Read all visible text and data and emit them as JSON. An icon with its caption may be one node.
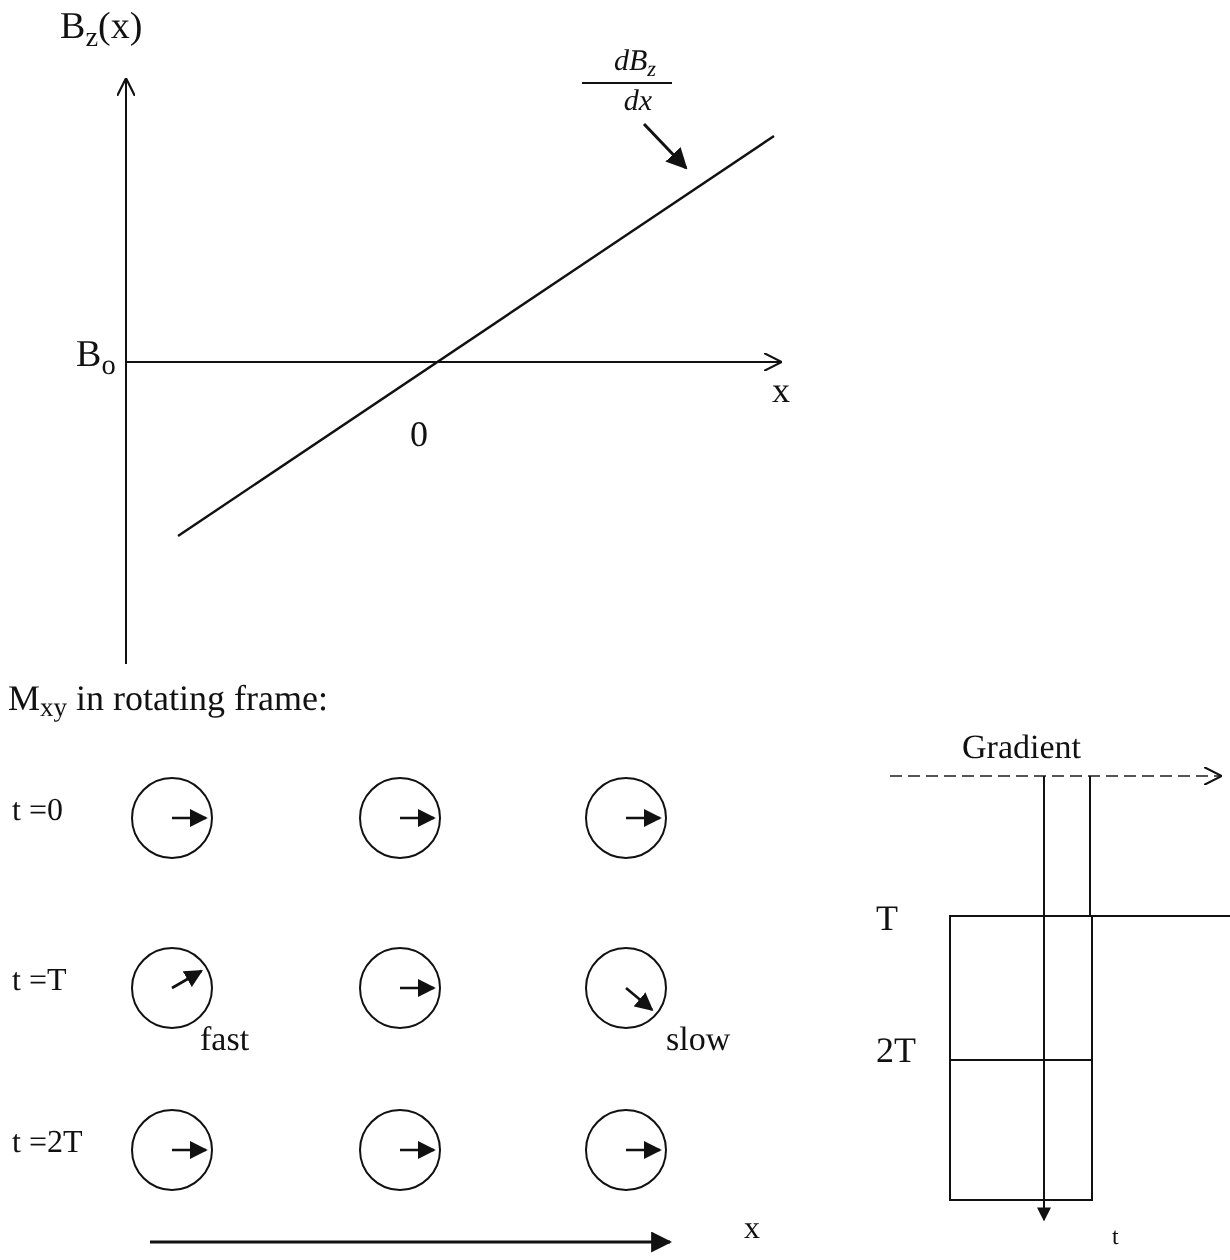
{
  "diagram": {
    "nodes": [
      {
        "text": [
          "dB$_{z}$",
          "dx"
        ]
      },
      {
        "text": [],
        "shape": "line"
      }
    ],
    "edges": [
      {
        "from": 0,
        "to": 1,
        "arrow": "to"
      }
    ],
    "labels": [
      "B$_{z}$(x)",
      "B$_{o}$",
      "x",
      "0",
      "M$_{xy}$ in rotating frame:",
      "t =0",
      "t =T",
      "fast",
      "slow",
      "t =2T",
      "x",
      "Gradient",
      "T",
      "2T",
      "t"
    ]
  }
}
